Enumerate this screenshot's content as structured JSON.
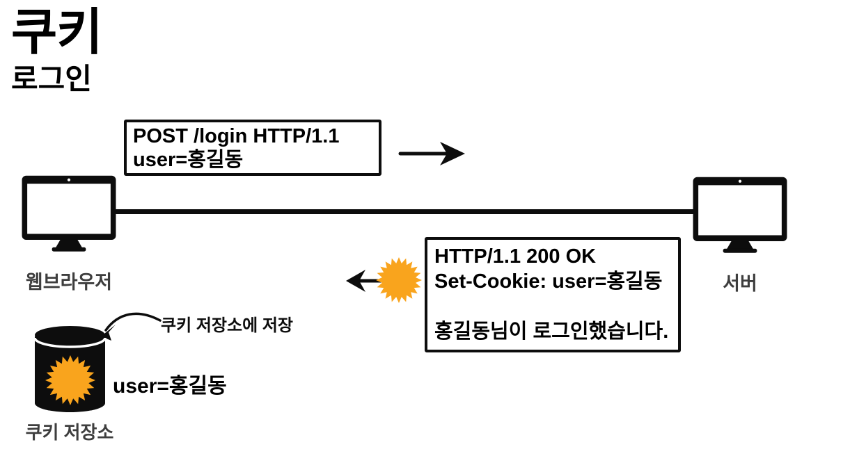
{
  "page": {
    "title": "쿠키",
    "subtitle": "로그인"
  },
  "request_box": {
    "method_line": "POST /login HTTP/1.1",
    "body_line": "user=홍길동"
  },
  "response_box": {
    "status_line": "HTTP/1.1 200 OK",
    "set_cookie_line": "Set-Cookie: user=홍길동",
    "message_line": "홍길동님이 로그인했습니다."
  },
  "nodes": {
    "browser": {
      "label": "웹브라우저"
    },
    "server": {
      "label": "서버"
    },
    "cookie_store": {
      "label": "쿠키 저장소",
      "annotation": "쿠키 저장소에 저장",
      "stored_value": "user=홍길동"
    }
  },
  "icons": {
    "browser": "monitor-icon",
    "server": "monitor-icon",
    "cookie": "starburst-cookie-icon",
    "cookie_store": "database-cylinder-icon"
  },
  "colors": {
    "cookie_orange": "#F9A41D",
    "label_gray": "#3E3E3E",
    "ink": "#0D0D0D"
  }
}
